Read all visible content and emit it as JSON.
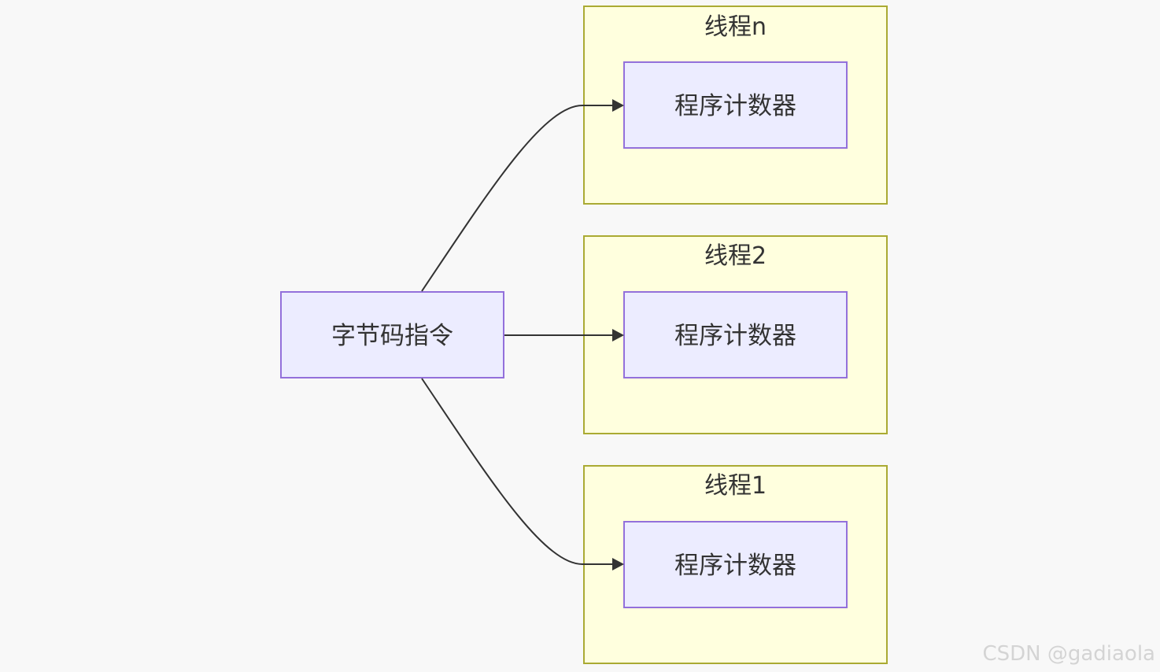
{
  "colors": {
    "background": "#f8f8f8",
    "cluster_fill": "#ffffde",
    "cluster_stroke": "#aaaa33",
    "node_fill": "#ececff",
    "node_stroke": "#9370db",
    "edge": "#333333",
    "text": "#333333",
    "watermark": "#d4d4d4"
  },
  "source_node": {
    "label": "字节码指令"
  },
  "clusters": [
    {
      "id": "thread-n",
      "title": "线程n",
      "node_label": "程序计数器"
    },
    {
      "id": "thread-2",
      "title": "线程2",
      "node_label": "程序计数器"
    },
    {
      "id": "thread-1",
      "title": "线程1",
      "node_label": "程序计数器"
    }
  ],
  "edges": [
    {
      "from": "字节码指令",
      "to": "线程n"
    },
    {
      "from": "字节码指令",
      "to": "线程2"
    },
    {
      "from": "字节码指令",
      "to": "线程1"
    }
  ],
  "watermark": "CSDN @gadiaola"
}
